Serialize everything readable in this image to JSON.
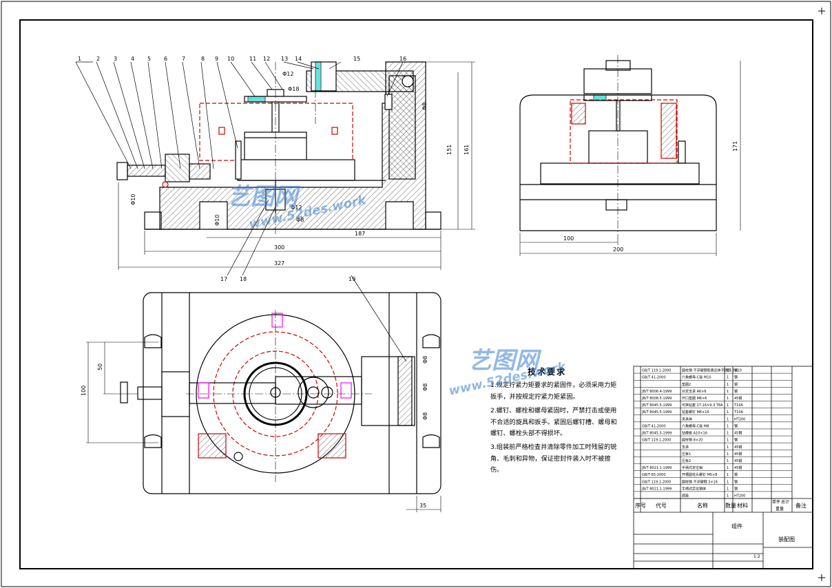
{
  "balloons": [
    "1",
    "2",
    "3",
    "4",
    "5",
    "6",
    "7",
    "8",
    "9",
    "10",
    "11",
    "12",
    "13",
    "14",
    "15",
    "16",
    "17",
    "18",
    "19"
  ],
  "front_view": {
    "dims": {
      "d300": "300",
      "d327": "327",
      "d187": "187",
      "d151": "151",
      "d161": "161"
    },
    "dia_labels": {
      "a": "Φ12",
      "b": "Φ18",
      "c": "Φ10",
      "d": "Φ8",
      "e": "Φ12",
      "f": "Φ8",
      "g": "Φ10"
    }
  },
  "side_view": {
    "dims": {
      "d100": "100",
      "d200": "200",
      "d171": "171"
    }
  },
  "top_view": {
    "dims": {
      "d50": "50",
      "d100": "100",
      "d35": "35"
    },
    "dia_labels": {
      "a": "Φ8",
      "b": "Φ8",
      "c": "Φ8"
    }
  },
  "tech_req": {
    "title": "技术要求",
    "items": [
      "1.规定拧紧力矩要求的紧固件，必须采用力矩扳手，并按规定拧紧力矩紧固。",
      "2.螺钉、螺栓和螺母紧固时，严禁打击或使用不合适的旋具和扳手。紧固后螺钉槽、螺母和螺钉、螺栓头部不得损坏。",
      "3.组装前严格检查并清除零件加工时残留的锐角、毛刺和异物，保证密封件装入时不被擦伤。"
    ]
  },
  "bom": {
    "rows": [
      {
        "no": "",
        "code": "GB/T 119.1-2000",
        "name": "圆柱销 不淬硬钢和奥氏体不锈钢 3×10",
        "qty": "1",
        "mat": "钢"
      },
      {
        "no": "",
        "code": "GB/T 41-2000",
        "name": "六角螺母-C级 M10",
        "qty": "1",
        "mat": "钢"
      },
      {
        "no": "",
        "code": "",
        "name": "垫圈2",
        "qty": "1",
        "mat": "钢"
      },
      {
        "no": "",
        "code": "JB/T 8006.4-1999",
        "name": "对定支承 A6×6",
        "qty": "1",
        "mat": "钢"
      },
      {
        "no": "",
        "code": "JB/T 8008.5-1999",
        "name": "开口垫圈 M6×6",
        "qty": "1",
        "mat": "45钢"
      },
      {
        "no": "",
        "code": "JB/T 8045.5-1999",
        "name": "可换钻套 27-16×9.3 T8A",
        "qty": "1",
        "mat": "T10A"
      },
      {
        "no": "",
        "code": "JB/T 8045.5-1999",
        "name": "钻套螺钉 M6×16",
        "qty": "1",
        "mat": "T10A"
      },
      {
        "no": "",
        "code": "",
        "name": "夹具体",
        "qty": "1",
        "mat": "HT200"
      },
      {
        "no": "",
        "code": "GB/T 41-2000",
        "name": "六角螺母-C级 M8",
        "qty": "1",
        "mat": "钢"
      },
      {
        "no": "",
        "code": "JB/T 8045.5-1999",
        "name": "钻模板 A10×16",
        "qty": "1",
        "mat": "45钢"
      },
      {
        "no": "",
        "code": "GB/T 119.1-2000",
        "name": "圆柱销 8×20",
        "qty": "1",
        "mat": "钢"
      },
      {
        "no": "",
        "code": "",
        "name": "支承",
        "qty": "1",
        "mat": "45钢"
      },
      {
        "no": "",
        "code": "",
        "name": "压板1",
        "qty": "1",
        "mat": "45钢"
      },
      {
        "no": "",
        "code": "",
        "name": "压板2",
        "qty": "1",
        "mat": "45钢"
      },
      {
        "no": "",
        "code": "JB/T 8021.1-1999",
        "name": "手柄式定位销",
        "qty": "1",
        "mat": "45钢"
      },
      {
        "no": "",
        "code": "GB/T 65-2000",
        "name": "开槽圆柱头螺钉 M5×8",
        "qty": "1",
        "mat": "钢"
      },
      {
        "no": "",
        "code": "GB/T 119.1-2000",
        "name": "圆柱销 不淬硬钢 3×16",
        "qty": "1",
        "mat": "钢"
      },
      {
        "no": "",
        "code": "JB/T 8021.1-1999",
        "name": "手柄式定位销体",
        "qty": "1",
        "mat": "钢"
      },
      {
        "no": "",
        "code": "",
        "name": "底座",
        "qty": "1",
        "mat": "HT200"
      }
    ],
    "header": {
      "seq": "序号",
      "code": "代号",
      "name": "名称",
      "qty": "数量",
      "mat": "材料",
      "single": "单件",
      "total": "总计",
      "weight": "重量",
      "remark": "备注"
    }
  },
  "title_block": {
    "group": "组件",
    "drawing": "装配图",
    "scale": "1:2"
  },
  "watermark": {
    "brand": "艺图网",
    "url": "www.52des.work"
  },
  "colors": {
    "line": "#000000",
    "hidden": "#cc0000",
    "magenta": "#ff00ff",
    "cyan": "#00cccc",
    "green": "#00aa00",
    "wm": "#3b7fd0"
  }
}
